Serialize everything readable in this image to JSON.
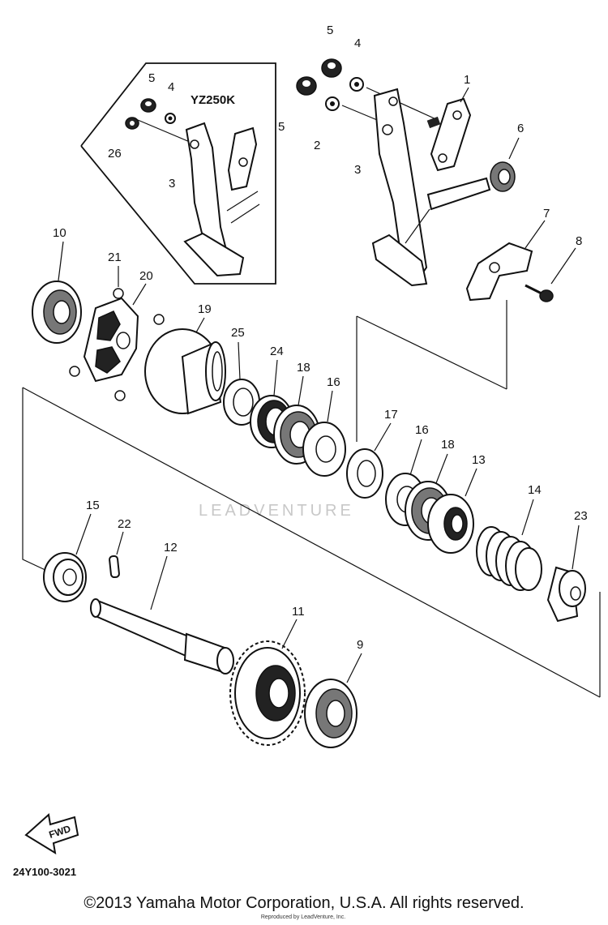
{
  "diagram": {
    "inset_label": "YZ250K",
    "part_numbers": {
      "p1": "1",
      "p2": "2",
      "p3": "3",
      "p3b": "3",
      "p4": "4",
      "p4b": "4",
      "p5": "5",
      "p5b": "5",
      "p5c": "5",
      "p6": "6",
      "p7": "7",
      "p8": "8",
      "p9": "9",
      "p10": "10",
      "p11": "11",
      "p12": "12",
      "p13": "13",
      "p14": "14",
      "p15": "15",
      "p16": "16",
      "p16b": "16",
      "p17": "17",
      "p18": "18",
      "p18b": "18",
      "p19": "19",
      "p20": "20",
      "p21": "21",
      "p22": "22",
      "p23": "23",
      "p24": "24",
      "p25": "25",
      "p26": "26"
    },
    "fwd_label": "FWD",
    "drawing_code": "24Y100-3021",
    "watermark": "LEADVENTURE",
    "reproduced_note": "Reproduced by LeadVenture, Inc.",
    "copyright": "©2013 Yamaha Motor Corporation, U.S.A. All rights reserved."
  }
}
